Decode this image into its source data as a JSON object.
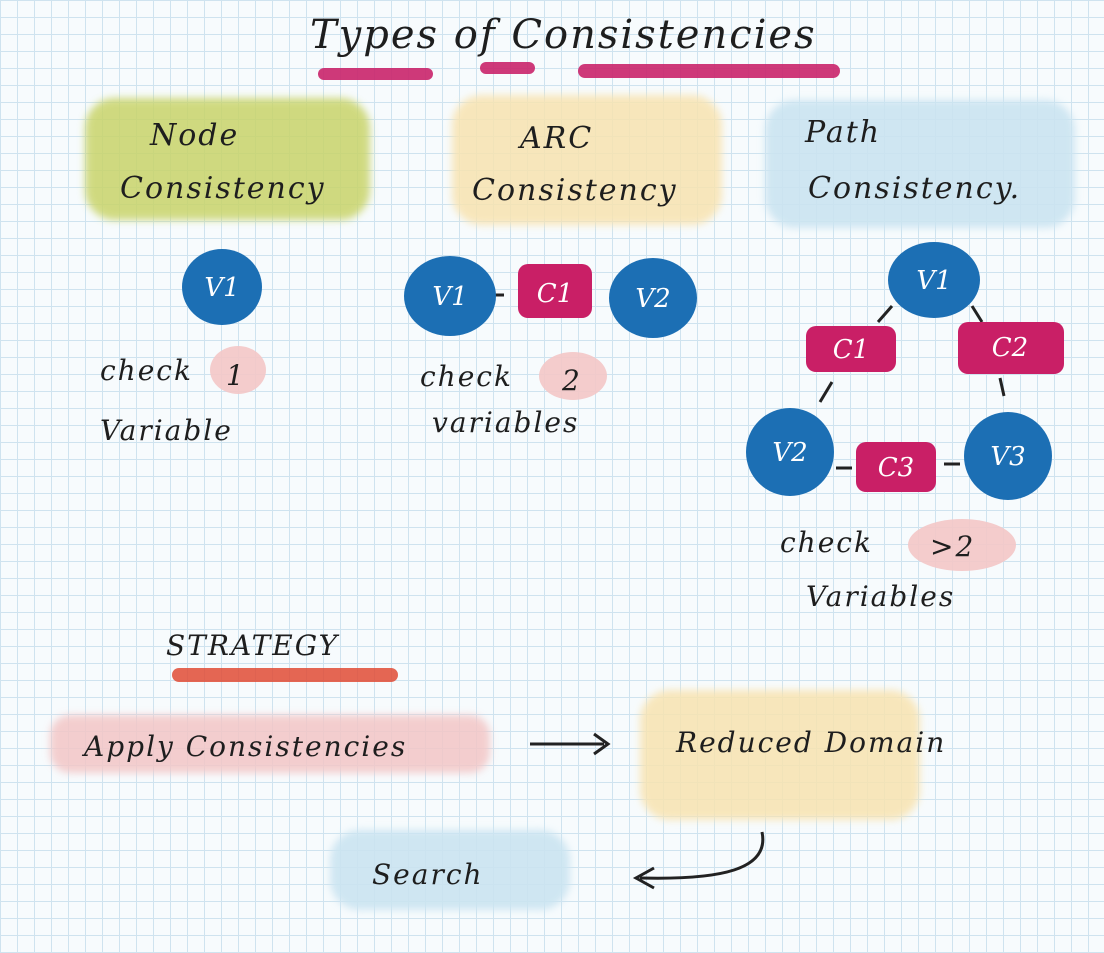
{
  "title": "Types of Consistencies",
  "columns": [
    {
      "heading": [
        "Node",
        "Consistency"
      ],
      "nodes": [
        "V1"
      ],
      "constraints": [],
      "check_word": "check",
      "check_count": "1",
      "check_unit": "Variable"
    },
    {
      "heading": [
        "ARC",
        "Consistency"
      ],
      "nodes": [
        "V1",
        "V2"
      ],
      "constraints": [
        "C1"
      ],
      "check_word": "check",
      "check_count": "2",
      "check_unit": "variables"
    },
    {
      "heading": [
        "Path",
        "Consistency."
      ],
      "nodes": [
        "V1",
        "V2",
        "V3"
      ],
      "constraints": [
        "C1",
        "C2",
        "C3"
      ],
      "check_word": "check",
      "check_count": ">2",
      "check_unit": "Variables"
    }
  ],
  "strategy": {
    "heading": "STRATEGY",
    "steps": [
      "Apply Consistencies",
      "Reduced Domain",
      "Search"
    ]
  },
  "colors": {
    "node": "#1c6fb4",
    "constraint": "#c91f66",
    "underline_pink": "#c9246a",
    "underline_red": "#e14b35",
    "highlight_green": "#c9d46a",
    "highlight_yellow": "#f8e3b0",
    "highlight_blue": "#cbe4f1",
    "highlight_pink": "#f3c6c6"
  }
}
